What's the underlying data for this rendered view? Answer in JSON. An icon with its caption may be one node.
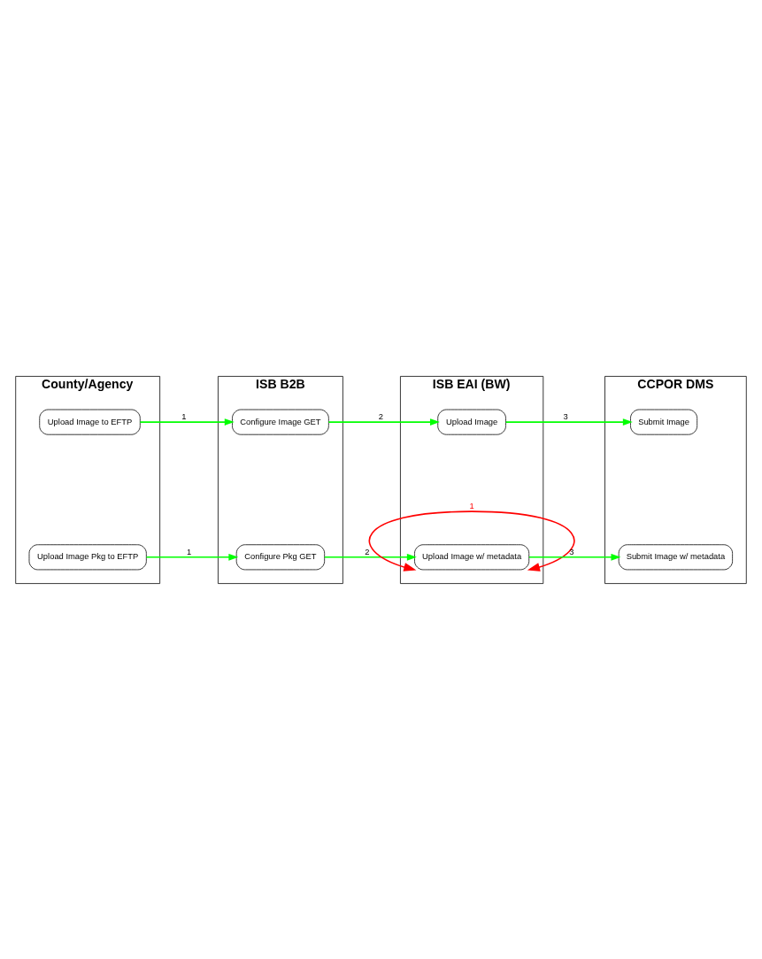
{
  "diagram": {
    "nodes": [
      {
        "text": [
          "County/Agency"
        ]
      },
      {
        "text": [
          "ISB B2B"
        ]
      },
      {
        "text": [
          "ISB EAI (BW)"
        ]
      },
      {
        "text": [
          "CCPOR DMS"
        ]
      },
      {
        "text": [
          "Upload Image to EFTP"
        ],
        "in": 0
      },
      {
        "text": [
          "Configure Image GET"
        ],
        "in": 1
      },
      {
        "text": [
          "Upload Image"
        ],
        "in": 2
      },
      {
        "text": [
          "Submit Image"
        ],
        "in": 3
      },
      {
        "text": [
          "Upload Image Pkg to EFTP"
        ],
        "in": 0
      },
      {
        "text": [
          "Configure Pkg GET"
        ],
        "in": 1
      },
      {
        "text": [
          "Upload Image w/ metadata"
        ],
        "in": 2
      },
      {
        "text": [
          "Submit Image w/ metadata"
        ],
        "in": 3
      }
    ],
    "edges": [
      {
        "from": 4,
        "to": 5,
        "arrow": "to",
        "label": "1"
      },
      {
        "from": 5,
        "to": 6,
        "arrow": "to",
        "label": "2"
      },
      {
        "from": 6,
        "to": 7,
        "arrow": "to",
        "label": "3"
      },
      {
        "from": 8,
        "to": 9,
        "arrow": "to",
        "label": "1"
      },
      {
        "from": 9,
        "to": 10,
        "arrow": "to",
        "label": "2"
      },
      {
        "from": 10,
        "to": 11,
        "arrow": "to",
        "label": "3"
      },
      {
        "from": 10,
        "to": 10,
        "arrow": "both",
        "label": "1",
        "color": "#ff0000"
      }
    ]
  }
}
